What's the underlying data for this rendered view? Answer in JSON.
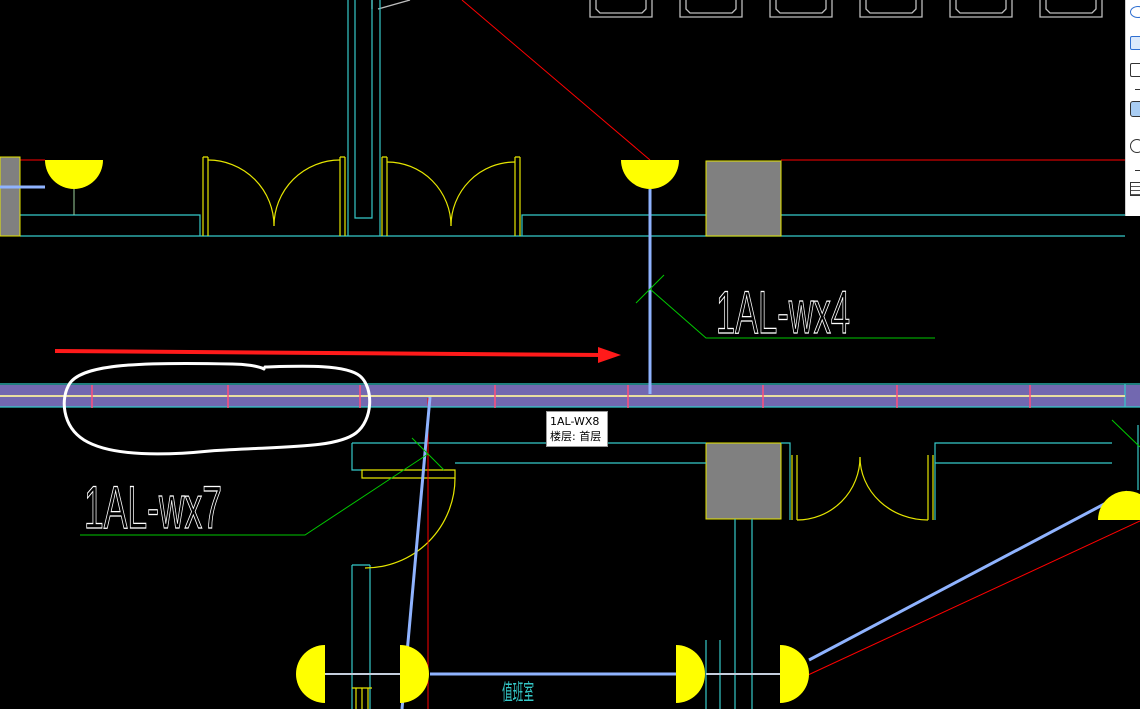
{
  "window": {
    "canvas_background": "#000000"
  },
  "colors": {
    "wall": "#35c9c9",
    "door": "#e6e600",
    "lamp": "#ffff00",
    "wire": "#8fb3ff",
    "wire_pale": "#c4cedc",
    "red": "#ff0000",
    "leader": "#00c800",
    "box": "#808080",
    "tray": "#7268b0",
    "tray_center": "#e8dfa0",
    "tick": "#ff4f7a",
    "annotation_arrow": "#ff1a1a",
    "annotation_circle": "#ffffff",
    "furniture": "#bdbdbd",
    "label": "#ffffff"
  },
  "labels": {
    "circuit_wx4": "1AL-wx4",
    "circuit_wx7": "1AL-wx7",
    "room": "值班室"
  },
  "tooltip": {
    "circuit": "1AL-WX8",
    "floor": "楼层: 首层"
  },
  "toolbar": {
    "icons": [
      "orbit-icon",
      "view-3d-icon",
      "view-cube-icon",
      "box-view-icon",
      "rotate-icon",
      "properties-icon"
    ]
  }
}
